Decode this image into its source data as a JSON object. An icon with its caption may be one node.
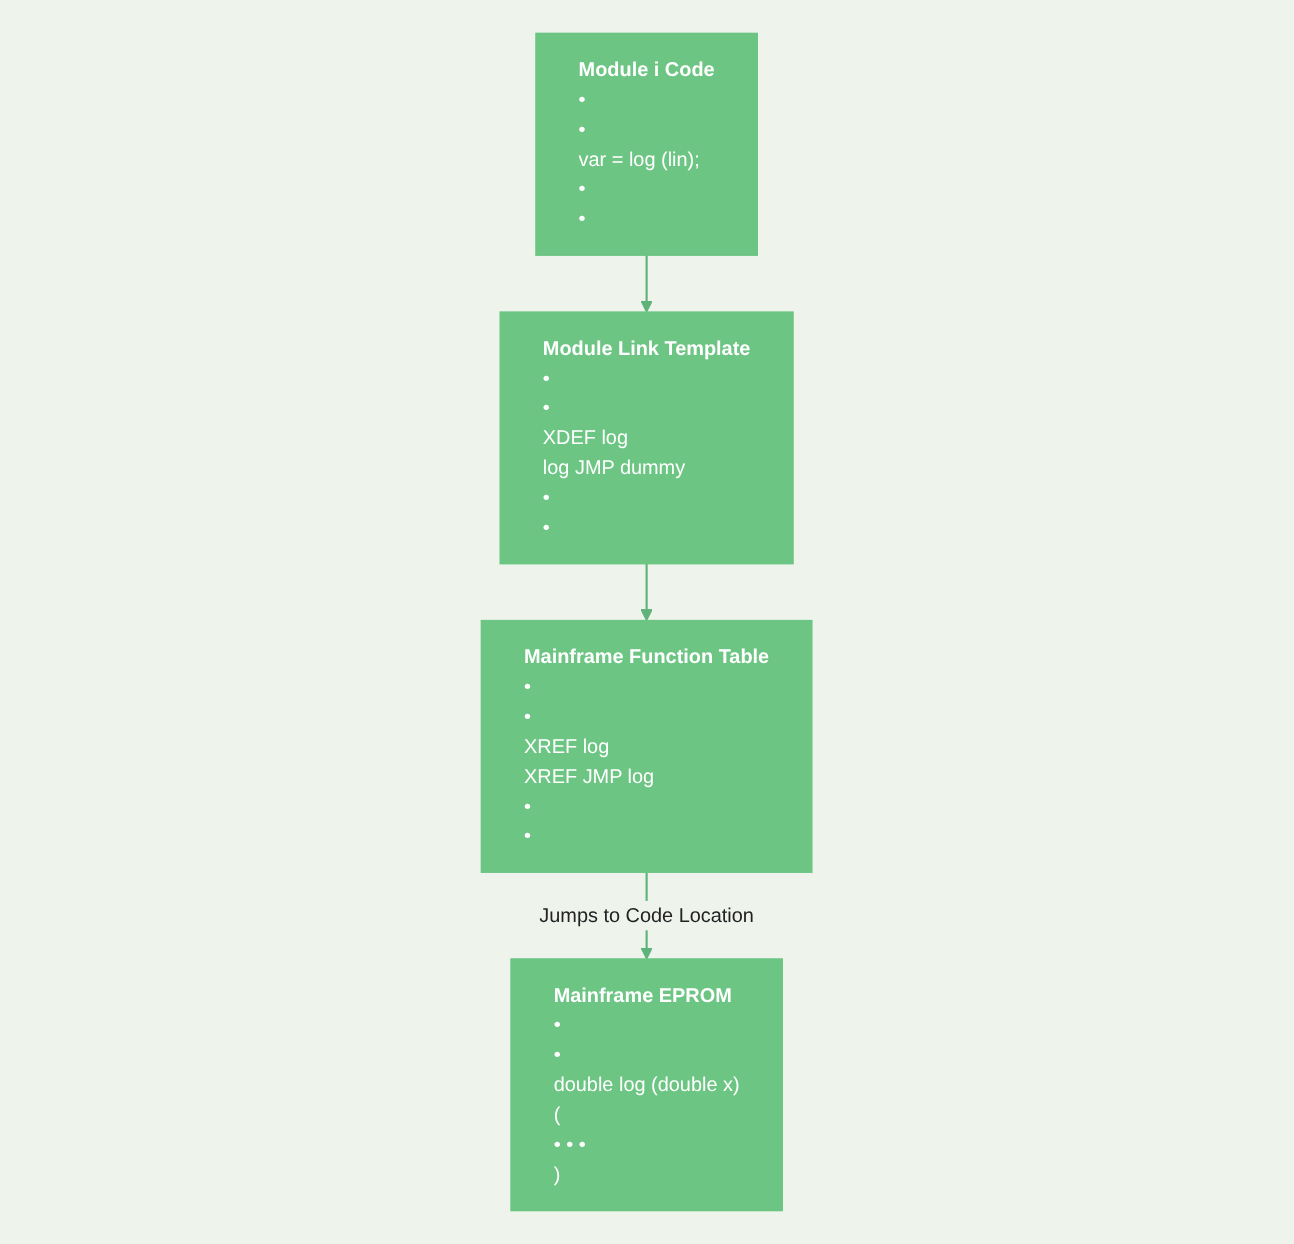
{
  "diagram": {
    "nodes": [
      {
        "text": [
          "Module i Code",
          "•",
          "•",
          "var = log (lin);",
          "•",
          "•"
        ]
      },
      {
        "text": [
          "Module Link Template",
          "•",
          "•",
          "XDEF log",
          "log JMP dummy",
          "•",
          "•"
        ]
      },
      {
        "text": [
          "Mainframe Function Table",
          "•",
          "•",
          "XREF log",
          "XREF JMP log",
          "•",
          "•"
        ]
      },
      {
        "text": [
          "Mainframe EPROM",
          "•",
          "•",
          "double log (double x)",
          "(",
          "• • •",
          ")"
        ]
      }
    ],
    "edges": [
      {
        "from": 0,
        "to": 1,
        "arrow": "to"
      },
      {
        "from": 1,
        "to": 2,
        "arrow": "to"
      },
      {
        "from": 2,
        "to": 3,
        "arrow": "to",
        "label": "Jumps to Code Location"
      }
    ]
  }
}
